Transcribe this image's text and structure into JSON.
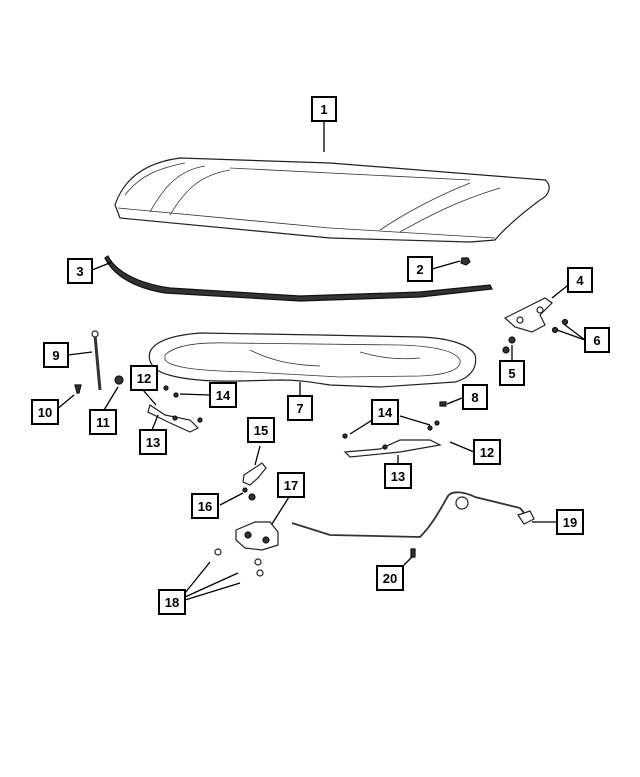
{
  "diagram": {
    "callouts": [
      {
        "id": "c1",
        "label": "1"
      },
      {
        "id": "c2",
        "label": "2"
      },
      {
        "id": "c3",
        "label": "3"
      },
      {
        "id": "c4",
        "label": "4"
      },
      {
        "id": "c5",
        "label": "5"
      },
      {
        "id": "c6",
        "label": "6"
      },
      {
        "id": "c7",
        "label": "7"
      },
      {
        "id": "c8",
        "label": "8"
      },
      {
        "id": "c9",
        "label": "9"
      },
      {
        "id": "c10",
        "label": "10"
      },
      {
        "id": "c11",
        "label": "11"
      },
      {
        "id": "c12a",
        "label": "12"
      },
      {
        "id": "c12b",
        "label": "12"
      },
      {
        "id": "c13a",
        "label": "13"
      },
      {
        "id": "c13b",
        "label": "13"
      },
      {
        "id": "c14a",
        "label": "14"
      },
      {
        "id": "c14b",
        "label": "14"
      },
      {
        "id": "c15",
        "label": "15"
      },
      {
        "id": "c16",
        "label": "16"
      },
      {
        "id": "c17",
        "label": "17"
      },
      {
        "id": "c18",
        "label": "18"
      },
      {
        "id": "c19",
        "label": "19"
      },
      {
        "id": "c20",
        "label": "20"
      }
    ]
  }
}
